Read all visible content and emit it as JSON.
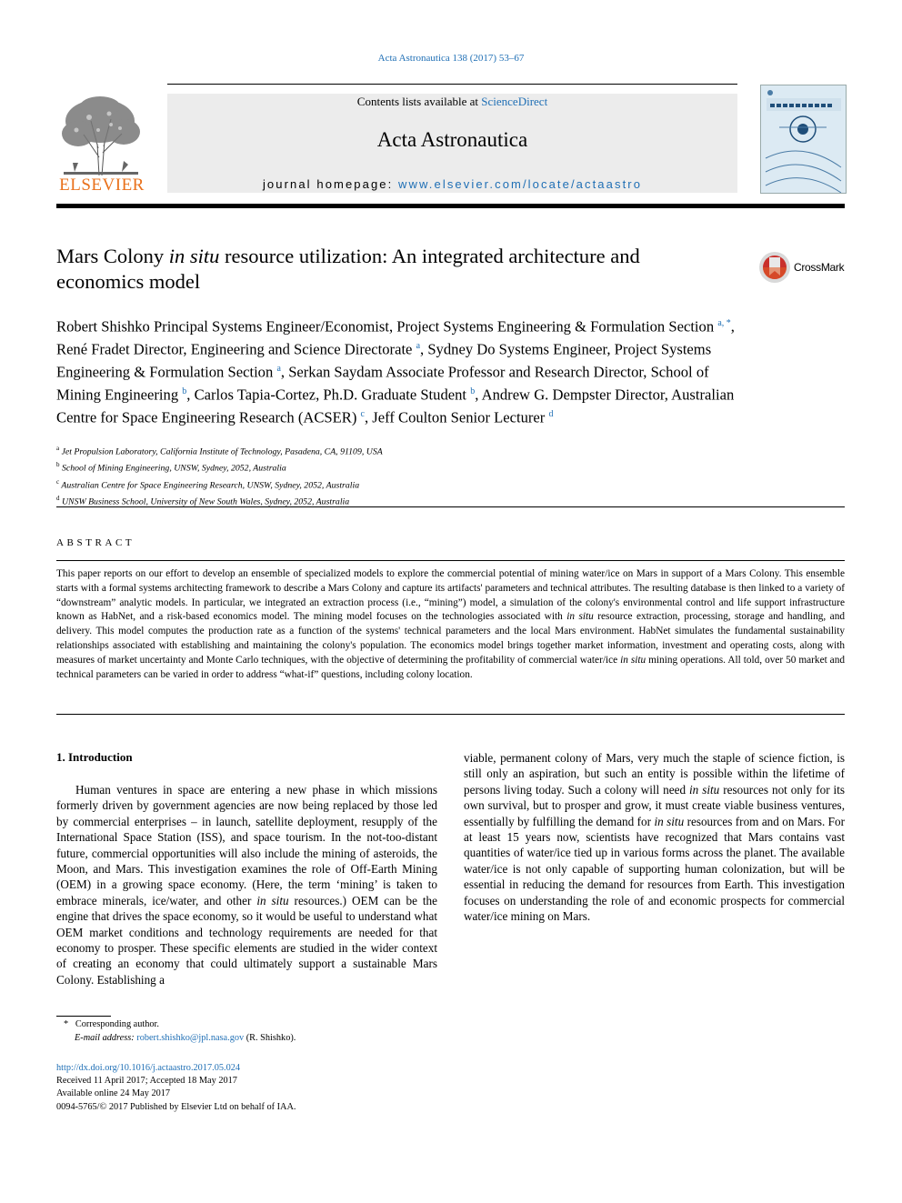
{
  "header": {
    "citation": "Acta Astronautica 138 (2017) 53–67",
    "contents_prefix": "Contents lists available at ",
    "contents_link": "ScienceDirect",
    "journal_name": "Acta Astronautica",
    "homepage_prefix": "journal homepage: ",
    "homepage_link": "www.elsevier.com/locate/actaastro",
    "publisher_logo_text": "ELSEVIER",
    "crossmark_label": "CrossMark"
  },
  "article": {
    "title_part1": "Mars Colony ",
    "title_italic": "in situ",
    "title_part2": " resource utilization: An integrated architecture and economics model",
    "authors": [
      {
        "name": "Robert Shishko Principal Systems Engineer/Economist, Project Systems Engineering & Formulation Section",
        "sup": "a, *"
      },
      {
        "name": "René Fradet Director, Engineering and Science Directorate",
        "sup": "a"
      },
      {
        "name": "Sydney Do Systems Engineer, Project Systems Engineering & Formulation Section",
        "sup": "a"
      },
      {
        "name": "Serkan Saydam Associate Professor and Research Director, School of Mining Engineering",
        "sup": "b"
      },
      {
        "name": "Carlos Tapia-Cortez, Ph.D. Graduate Student",
        "sup": "b"
      },
      {
        "name": "Andrew G. Dempster Director, Australian Centre for Space Engineering Research (ACSER)",
        "sup": "c"
      },
      {
        "name": "Jeff Coulton Senior Lecturer",
        "sup": "d"
      }
    ],
    "affiliations": [
      {
        "key": "a",
        "text": "Jet Propulsion Laboratory, California Institute of Technology, Pasadena, CA, 91109, USA"
      },
      {
        "key": "b",
        "text": "School of Mining Engineering, UNSW, Sydney, 2052, Australia"
      },
      {
        "key": "c",
        "text": "Australian Centre for Space Engineering Research, UNSW, Sydney, 2052, Australia"
      },
      {
        "key": "d",
        "text": "UNSW Business School, University of New South Wales, Sydney, 2052, Australia"
      }
    ]
  },
  "abstract": {
    "heading": "ABSTRACT",
    "p1": "This paper reports on our effort to develop an ensemble of specialized models to explore the commercial potential of mining water/ice on Mars in support of a Mars Colony. This ensemble starts with a formal systems architecting framework to describe a Mars Colony and capture its artifacts' parameters and technical attributes. The resulting database is then linked to a variety of “downstream” analytic models. In particular, we integrated an extraction process (i.e., “mining”) model, a simulation of the colony's environmental control and life support infrastructure known as HabNet, and a risk-based economics model. The mining model focuses on the technologies associated with ",
    "i1": "in situ",
    "p2": " resource extraction, processing, storage and handling, and delivery. This model computes the production rate as a function of the systems' technical parameters and the local Mars environment. HabNet simulates the fundamental sustainability relationships associated with establishing and maintaining the colony's population. The economics model brings together market information, investment and operating costs, along with measures of market uncertainty and Monte Carlo techniques, with the objective of determining the profitability of commercial water/ice ",
    "i2": "in situ",
    "p3": " mining operations. All told, over 50 market and technical parameters can be varied in order to address “what-if” questions, including colony location."
  },
  "introduction": {
    "heading": "1.   Introduction",
    "left_a": "Human ventures in space are entering a new phase in which missions formerly driven by government agencies are now being replaced by those led by commercial enterprises – in launch, satellite deployment, resupply of the International Space Station (ISS), and space tourism. In the not-too-distant future, commercial opportunities will also include the mining of asteroids, the Moon, and Mars. This investigation examines the role of Off-Earth Mining (OEM) in a growing space economy. (Here, the term ‘mining’ is taken to embrace minerals, ice/water, and other ",
    "left_i": "in situ",
    "left_b": " resources.) OEM can be the engine that drives the space economy, so it would be useful to understand what OEM market conditions and technology requirements are needed for that economy to prosper. These specific elements are studied in the wider context of creating an economy that could ultimately support a sustainable Mars Colony. Establishing a",
    "right_a": "viable, permanent colony of Mars, very much the staple of science fiction, is still only an aspiration, but such an entity is possible within the lifetime of persons living today. Such a colony will need ",
    "right_i1": "in situ",
    "right_b": " resources not only for its own survival, but to prosper and grow, it must create viable business ventures, essentially by fulfilling the demand for ",
    "right_i2": "in situ",
    "right_c": " resources from and on Mars. For at least 15 years now, scientists have recognized that Mars contains vast quantities of water/ice tied up in various forms across the planet. The available water/ice is not only capable of supporting human colonization, but will be essential in reducing the demand for resources from Earth. This investigation focuses on understanding the role of and economic prospects for commercial water/ice mining on Mars."
  },
  "footnote": {
    "star": "*",
    "corresponding": "Corresponding author.",
    "email_label": "E-mail address: ",
    "email": "robert.shishko@jpl.nasa.gov",
    "email_suffix": " (R. Shishko)."
  },
  "pubinfo": {
    "doi": "http://dx.doi.org/10.1016/j.actaastro.2017.05.024",
    "received": "Received 11 April 2017; Accepted 18 May 2017",
    "online": "Available online 24 May 2017",
    "copyright": "0094-5765/© 2017 Published by Elsevier Ltd on behalf of IAA."
  },
  "colors": {
    "link": "#1f6fb5",
    "elsevier_orange": "#e9711c",
    "header_bg": "#ececec"
  }
}
